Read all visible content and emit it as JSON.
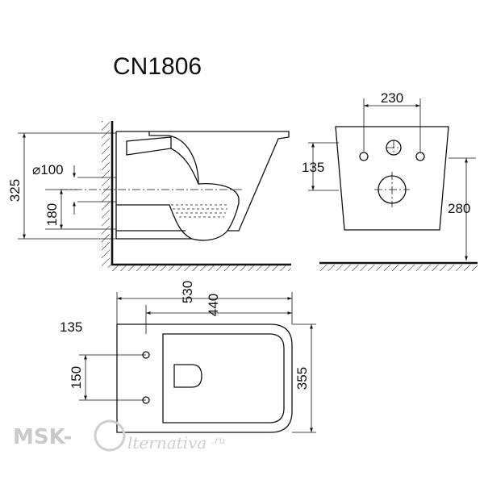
{
  "title": "CN1806",
  "side_view": {
    "height_total": "325",
    "pipe_diameter": "⌀100",
    "outlet_height": "180"
  },
  "front_view": {
    "bolt_spacing": "230",
    "bolt_height": "135",
    "height": "280"
  },
  "top_view": {
    "length": "530",
    "inner_length": "440",
    "offset": "135",
    "bolt_spacing": "150",
    "width": "355"
  },
  "watermark": {
    "brand": "MSK-",
    "script": "lternativa",
    "domain": ".ru"
  }
}
